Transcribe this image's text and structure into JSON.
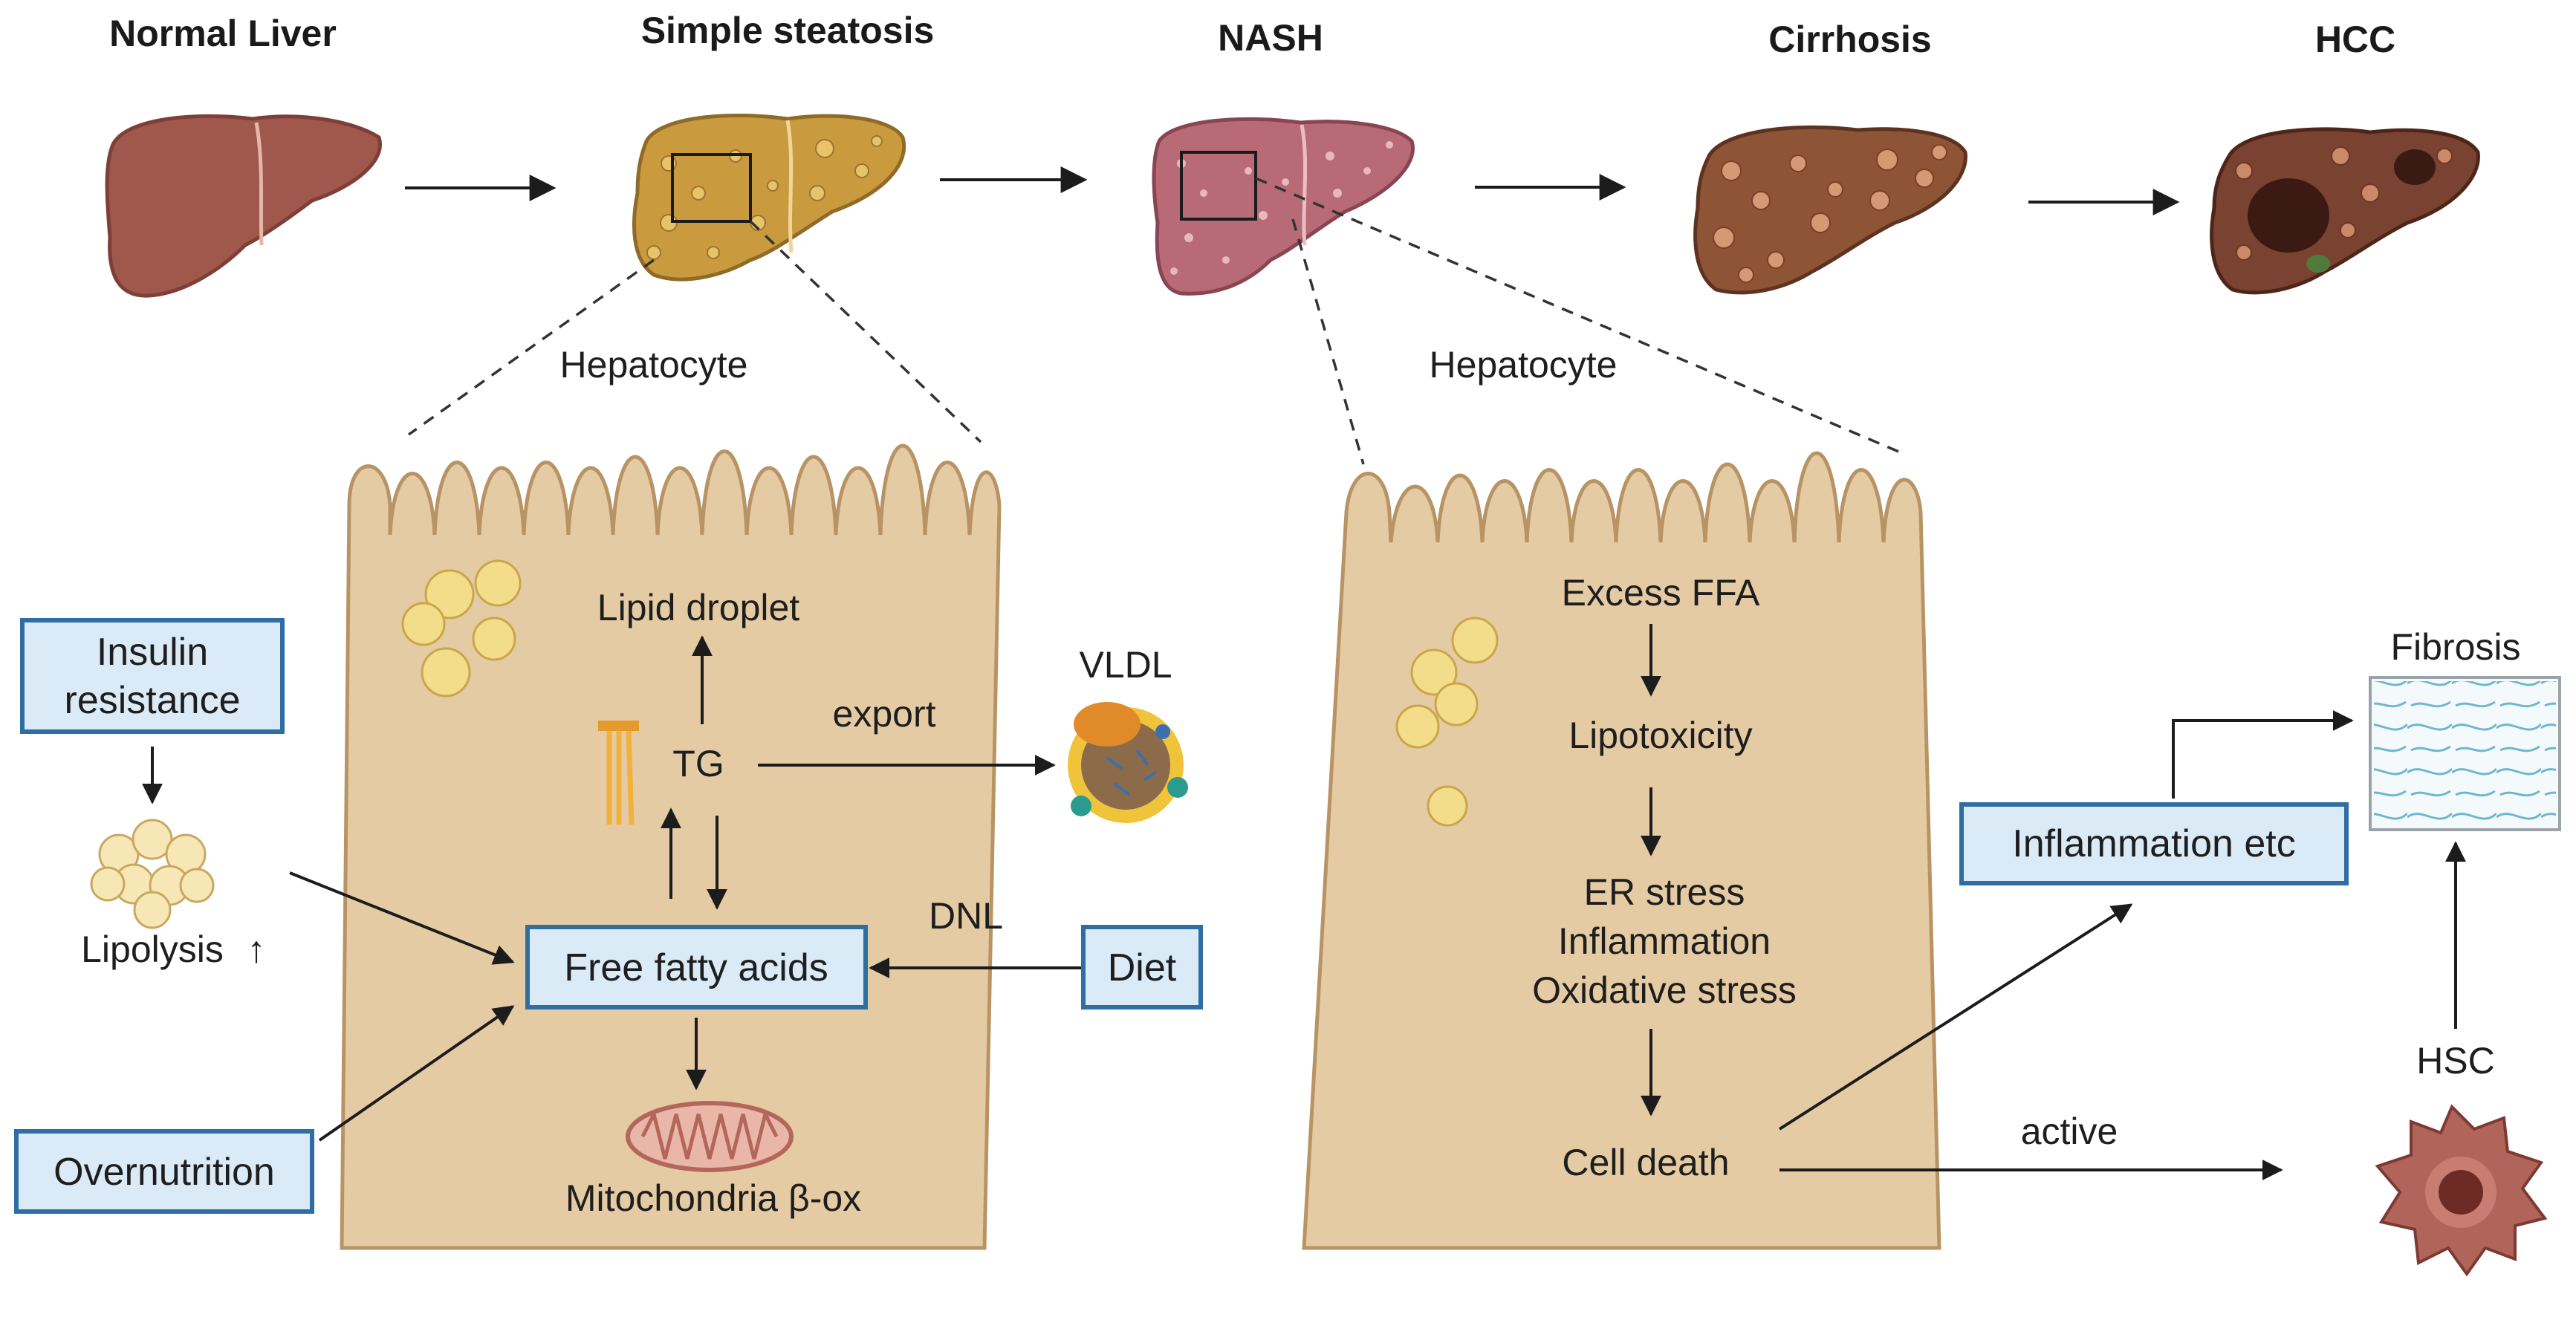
{
  "stages": [
    "Normal Liver",
    "Simple steatosis",
    "NASH",
    "Cirrhosis",
    "HCC"
  ],
  "hepatocyte_left": {
    "title": "Hepatocyte",
    "lipid_droplet": "Lipid droplet",
    "tg": "TG",
    "export": "export",
    "vldl": "VLDL",
    "dnl": "DNL",
    "free_fatty_acids": "Free fatty acids",
    "diet": "Diet",
    "mitochondria": "Mitochondria β-ox"
  },
  "inputs": {
    "insulin_resistance_line1": "Insulin",
    "insulin_resistance_line2": "resistance",
    "lipolysis": "Lipolysis",
    "lipolysis_arrow": "↑",
    "overnutrition": "Overnutrition"
  },
  "hepatocyte_right": {
    "title": "Hepatocyte",
    "excess_ffa": "Excess FFA",
    "lipotoxicity": "Lipotoxicity",
    "er_stress": "ER stress",
    "inflammation": "Inflammation",
    "oxidative_stress": "Oxidative stress",
    "cell_death": "Cell death"
  },
  "outcomes": {
    "inflammation_etc": "Inflammation etc",
    "fibrosis": "Fibrosis",
    "hsc": "HSC",
    "active": "active"
  },
  "colors": {
    "normal_liver": "#a0574c",
    "steatosis_liver": "#c99a3e",
    "nash_liver": "#b86a77",
    "cirrhosis_liver": "#8e5436",
    "hcc_liver": "#7a4230",
    "cell_fill": "#e5cba3",
    "box_fill": "#dbeaf7",
    "box_border": "#2e6ea2"
  }
}
